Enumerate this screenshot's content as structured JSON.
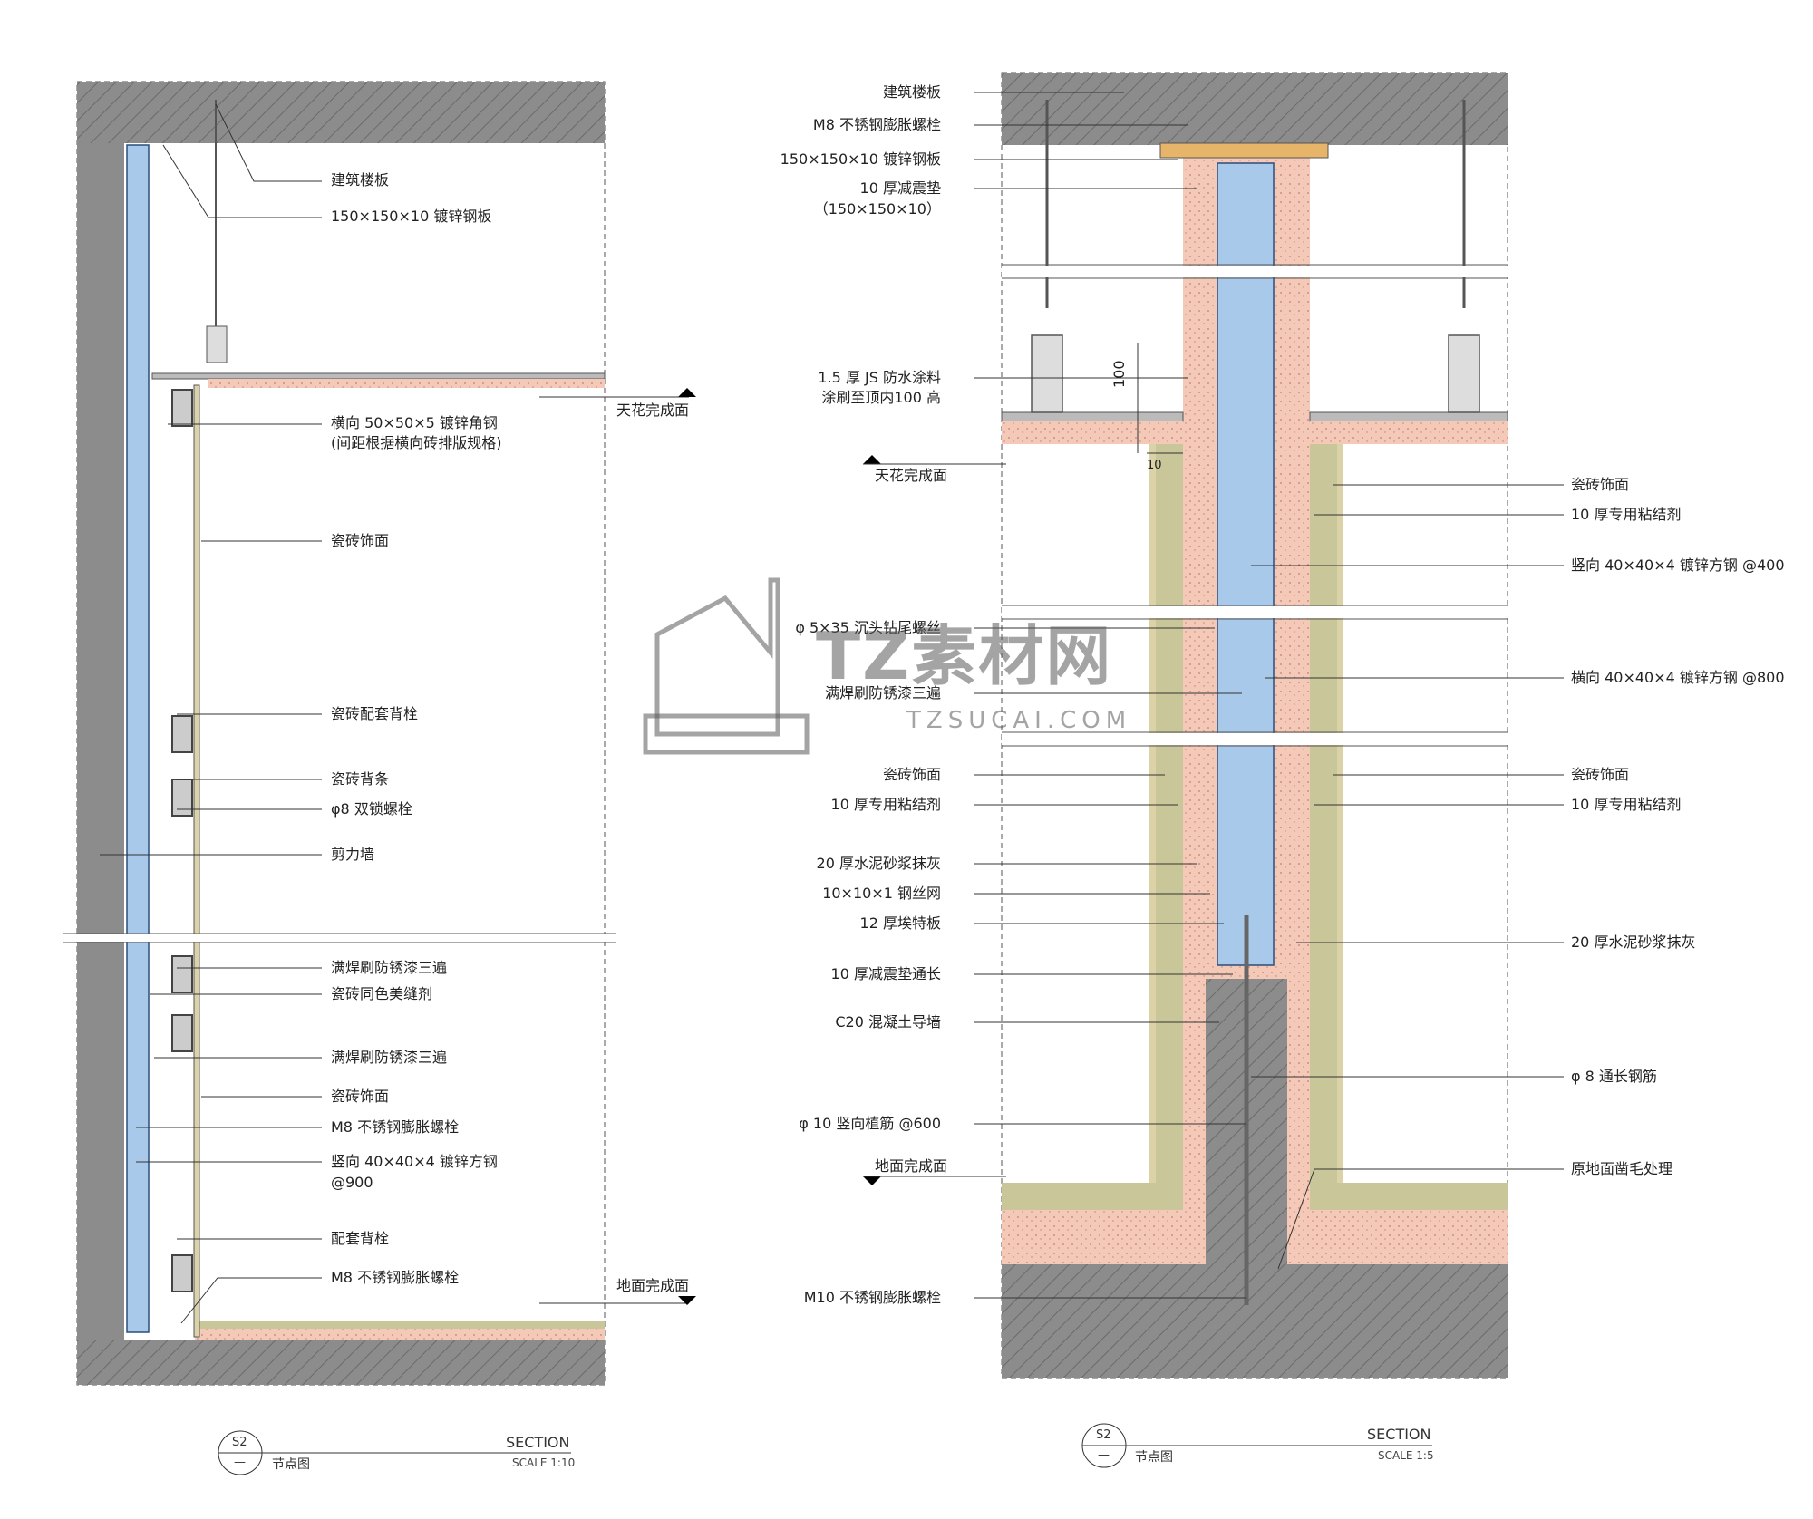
{
  "left_view": {
    "labels": [
      "建筑楼板",
      "150×150×10 镀锌钢板",
      "横向 50×50×5 镀锌角钢",
      "(间距根据横向砖排版规格)",
      "瓷砖饰面",
      "瓷砖配套背栓",
      "瓷砖背条",
      "φ8 双锁螺栓",
      "剪力墙",
      "满焊刷防锈漆三遍",
      "瓷砖同色美缝剂",
      "满焊刷防锈漆三遍",
      "瓷砖饰面",
      "M8 不锈钢膨胀螺栓",
      "竖向 40×40×4 镀锌方钢",
      "@900",
      "配套背栓",
      "M8 不锈钢膨胀螺栓"
    ],
    "level_ceiling": "天花完成面",
    "level_floor": "地面完成面",
    "title": {
      "bubble_top": "S2",
      "bubble_bottom": "—",
      "name": "节点图",
      "section": "SECTION",
      "scale": "SCALE 1:10"
    }
  },
  "right_view": {
    "labels_left": [
      "建筑楼板",
      "M8 不锈钢膨胀螺栓",
      "150×150×10 镀锌钢板",
      "10 厚减震垫",
      "（150×150×10）",
      "1.5 厚 JS 防水涂料",
      "涂刷至顶内100 高",
      "φ 5×35 沉头钻尾螺丝",
      "满焊刷防锈漆三遍",
      "瓷砖饰面",
      "10 厚专用粘结剂",
      "20 厚水泥砂浆抹灰",
      "10×10×1 钢丝网",
      "12 厚埃特板",
      "10 厚减震垫通长",
      "C20 混凝土导墙",
      "φ 10 竖向植筋 @600",
      "M10 不锈钢膨胀螺栓"
    ],
    "labels_right": [
      "瓷砖饰面",
      "10 厚专用粘结剂",
      "竖向 40×40×4 镀锌方钢 @400",
      "横向 40×40×4 镀锌方钢 @800",
      "瓷砖饰面",
      "10 厚专用粘结剂",
      "20 厚水泥砂浆抹灰",
      "φ 8 通长钢筋",
      "原地面凿毛处理"
    ],
    "dim_100": "100",
    "dim_10": "10",
    "level_ceiling": "天花完成面",
    "level_floor": "地面完成面",
    "title": {
      "bubble_top": "S2",
      "bubble_bottom": "—",
      "name": "节点图",
      "section": "SECTION",
      "scale": "SCALE 1:5"
    }
  },
  "watermark": {
    "main": "TZ素材网",
    "sub": "TZSUCAI.COM"
  },
  "colors": {
    "concrete": "#8a8a8a",
    "steel_blue": "#a9c9ea",
    "plaster_pink": "#f4c9b8",
    "tile_beige": "#dcd2a8",
    "adhesive_green": "#c9c79a"
  }
}
